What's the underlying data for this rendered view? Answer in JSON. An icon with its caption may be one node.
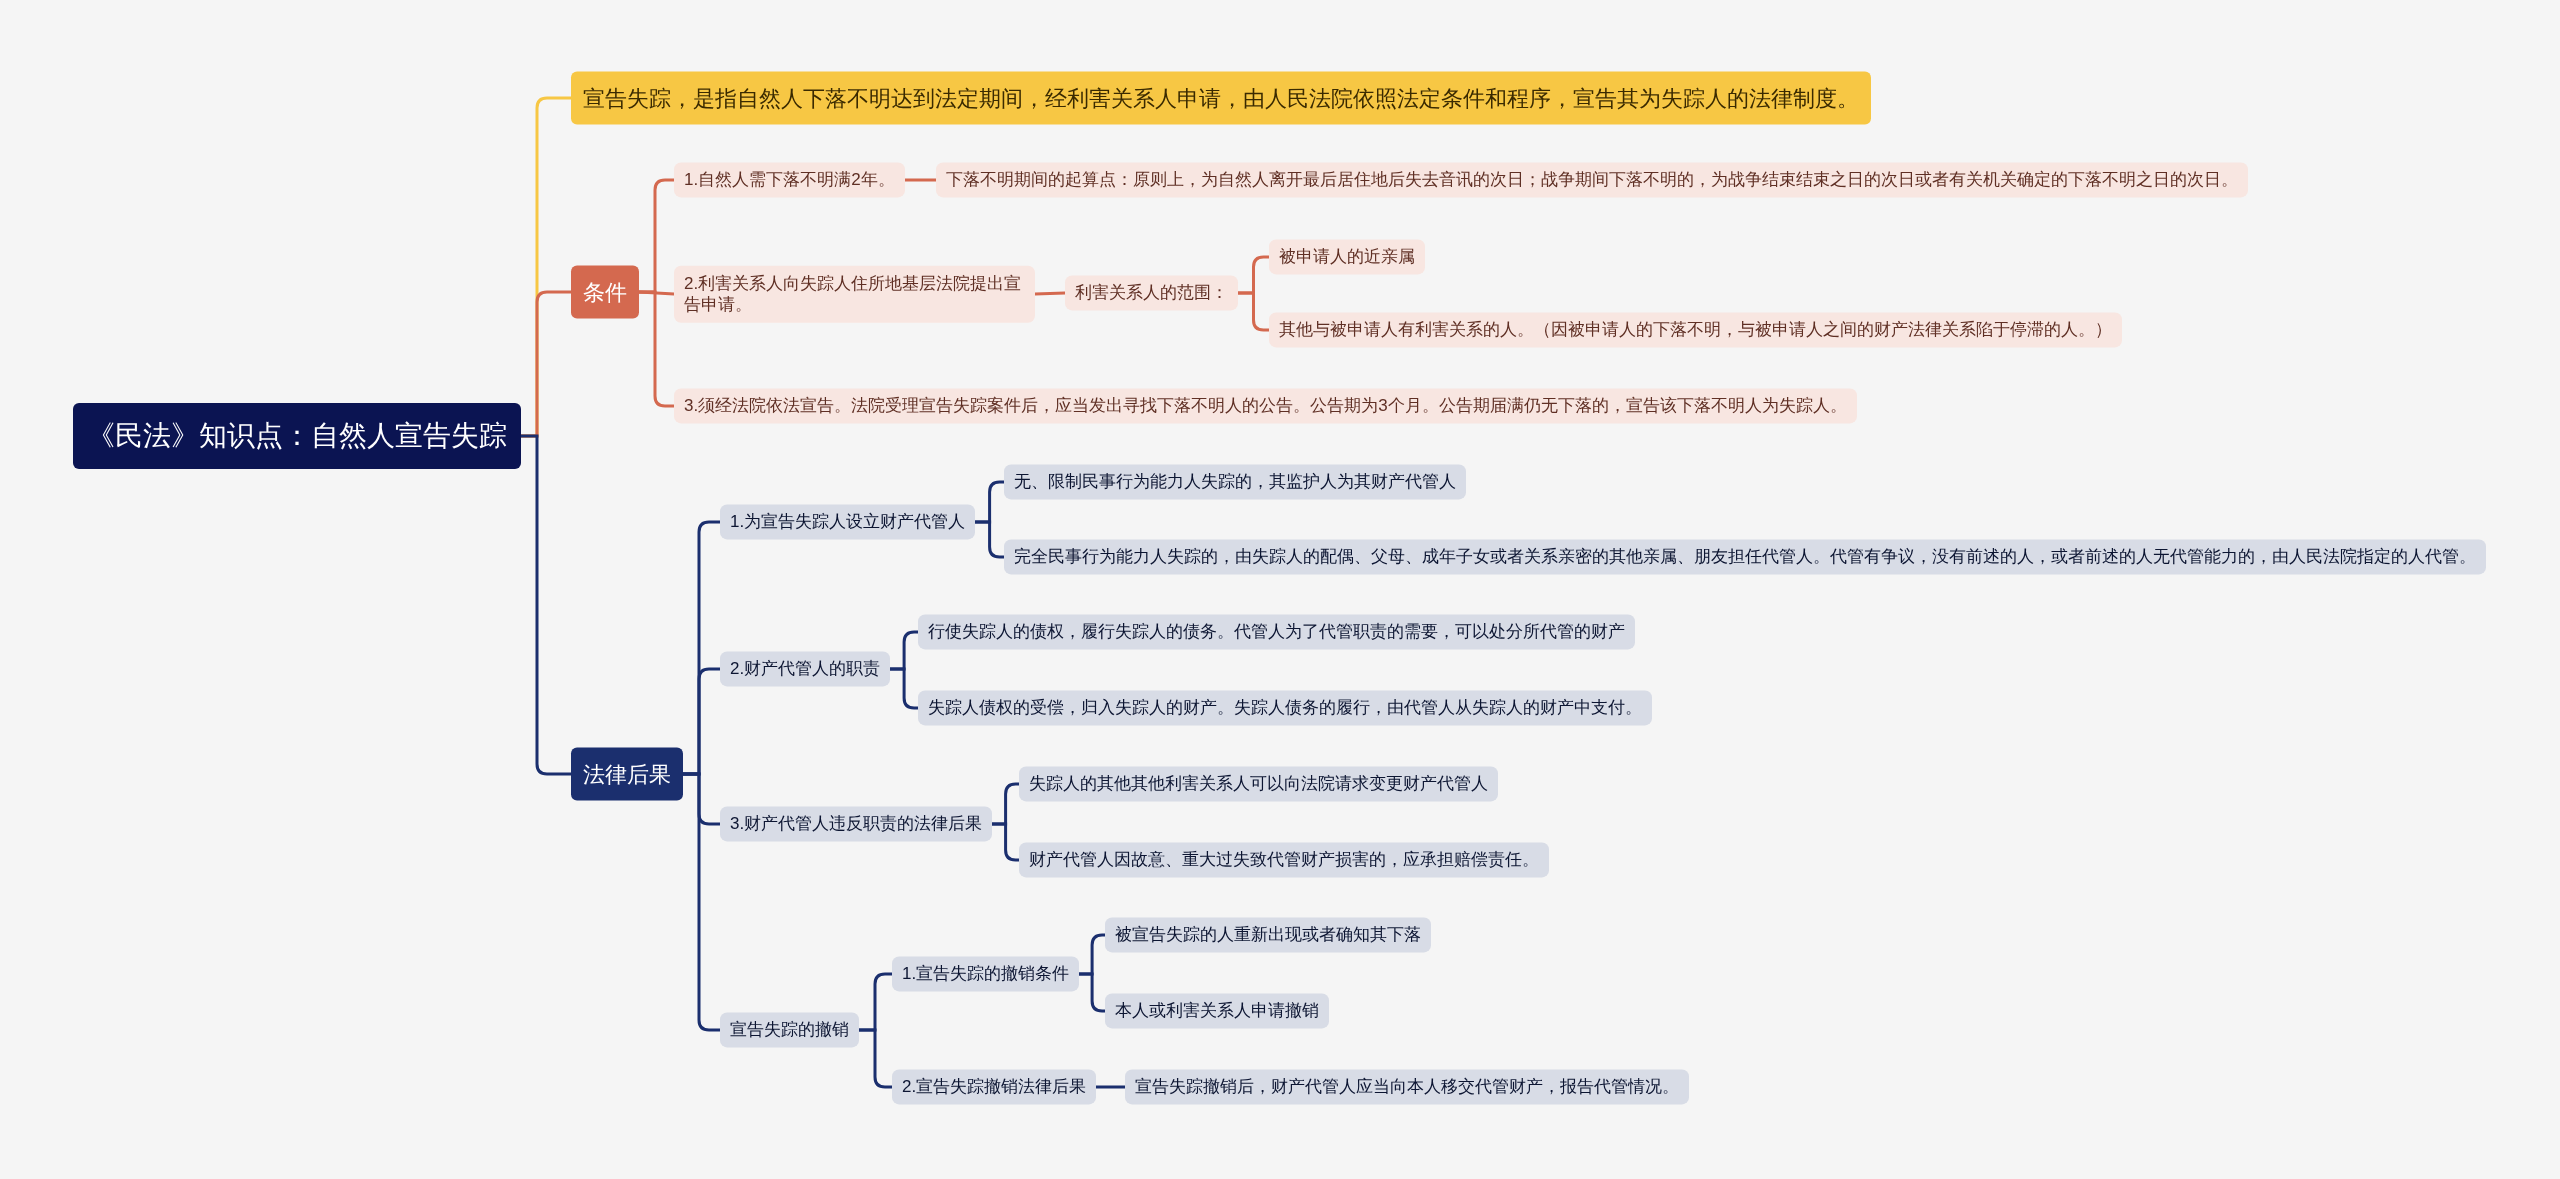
{
  "diagram": {
    "nodes": [
      {
        "text": [
          "《民法》知识点：自然人宣告失踪"
        ]
      },
      {
        "text": [
          "宣告失踪，是指自然人下落不明达到法定期间，经利害关系人申请，由人民法院依照法定条件和程序，宣告其为失踪人的法律制度。"
        ]
      },
      {
        "text": [
          "条件"
        ]
      },
      {
        "text": [
          "1.自然人需下落不明满2年。"
        ]
      },
      {
        "text": [
          "下落不明期间的起算点：原则上，为自然人离开最后居住地后失去音讯的次日；战争期间下落不明的，为战争结束结束之日的次日或者有关机关确定的下落不明之日的次日。"
        ]
      },
      {
        "text": [
          "2.利害关系人向失踪人住所地基层法院提出宣告申请。"
        ]
      },
      {
        "text": [
          "利害关系人的范围："
        ]
      },
      {
        "text": [
          "被申请人的近亲属"
        ]
      },
      {
        "text": [
          "其他与被申请人有利害关系的人。（因被申请人的下落不明，与被申请人之间的财产法律关系陷于停滞的人。）"
        ]
      },
      {
        "text": [
          "3.须经法院依法宣告。法院受理宣告失踪案件后，应当发出寻找下落不明人的公告。公告期为3个月。公告期届满仍无下落的，宣告该下落不明人为失踪人。"
        ]
      },
      {
        "text": [
          "法律后果"
        ]
      },
      {
        "text": [
          "1.为宣告失踪人设立财产代管人"
        ]
      },
      {
        "text": [
          "无、限制民事行为能力人失踪的，其监护人为其财产代管人"
        ]
      },
      {
        "text": [
          "完全民事行为能力人失踪的，由失踪人的配偶、父母、成年子女或者关系亲密的其他亲属、朋友担任代管人。代管有争议，没有前述的人，或者前述的人无代管能力的，由人民法院指定的人代管。"
        ]
      },
      {
        "text": [
          "2.财产代管人的职责"
        ]
      },
      {
        "text": [
          "行使失踪人的债权，履行失踪人的债务。代管人为了代管职责的需要，可以处分所代管的财产"
        ]
      },
      {
        "text": [
          "失踪人债权的受偿，归入失踪人的财产。失踪人债务的履行，由代管人从失踪人的财产中支付。"
        ]
      },
      {
        "text": [
          "3.财产代管人违反职责的法律后果"
        ]
      },
      {
        "text": [
          "失踪人的其他其他利害关系人可以向法院请求变更财产代管人"
        ]
      },
      {
        "text": [
          "财产代管人因故意、重大过失致代管财产损害的，应承担赔偿责任。"
        ]
      },
      {
        "text": [
          "宣告失踪的撤销"
        ]
      },
      {
        "text": [
          "1.宣告失踪的撤销条件"
        ]
      },
      {
        "text": [
          "被宣告失踪的人重新出现或者确知其下落"
        ]
      },
      {
        "text": [
          "本人或利害关系人申请撤销"
        ]
      },
      {
        "text": [
          "2.宣告失踪撤销法律后果"
        ]
      },
      {
        "text": [
          "宣告失踪撤销后，财产代管人应当向本人移交代管财产，报告代管情况。"
        ]
      }
    ],
    "edges": [
      {
        "from": 0,
        "to": 1,
        "arrow": "none",
        "color": "#f7c744"
      },
      {
        "from": 0,
        "to": 2,
        "arrow": "none",
        "color": "#d4694f"
      },
      {
        "from": 0,
        "to": 10,
        "arrow": "none"
      },
      {
        "from": 2,
        "to": 3,
        "arrow": "none",
        "color": "#d4694f"
      },
      {
        "from": 2,
        "to": 5,
        "arrow": "none",
        "color": "#d4694f"
      },
      {
        "from": 2,
        "to": 9,
        "arrow": "none",
        "color": "#d4694f"
      },
      {
        "from": 3,
        "to": 4,
        "arrow": "none",
        "color": "#d4694f"
      },
      {
        "from": 5,
        "to": 6,
        "arrow": "none",
        "color": "#d4694f"
      },
      {
        "from": 6,
        "to": 7,
        "arrow": "none",
        "color": "#d4694f"
      },
      {
        "from": 6,
        "to": 8,
        "arrow": "none",
        "color": "#d4694f"
      },
      {
        "from": 10,
        "to": 11,
        "arrow": "none"
      },
      {
        "from": 10,
        "to": 14,
        "arrow": "none"
      },
      {
        "from": 10,
        "to": 17,
        "arrow": "none"
      },
      {
        "from": 10,
        "to": 20,
        "arrow": "none"
      },
      {
        "from": 11,
        "to": 12,
        "arrow": "none"
      },
      {
        "from": 11,
        "to": 13,
        "arrow": "none"
      },
      {
        "from": 14,
        "to": 15,
        "arrow": "none"
      },
      {
        "from": 14,
        "to": 16,
        "arrow": "none"
      },
      {
        "from": 17,
        "to": 18,
        "arrow": "none"
      },
      {
        "from": 17,
        "to": 19,
        "arrow": "none"
      },
      {
        "from": 20,
        "to": 21,
        "arrow": "none"
      },
      {
        "from": 20,
        "to": 24,
        "arrow": "none"
      },
      {
        "from": 21,
        "to": 22,
        "arrow": "none"
      },
      {
        "from": 21,
        "to": 23,
        "arrow": "none"
      },
      {
        "from": 24,
        "to": 25,
        "arrow": "none"
      }
    ]
  }
}
